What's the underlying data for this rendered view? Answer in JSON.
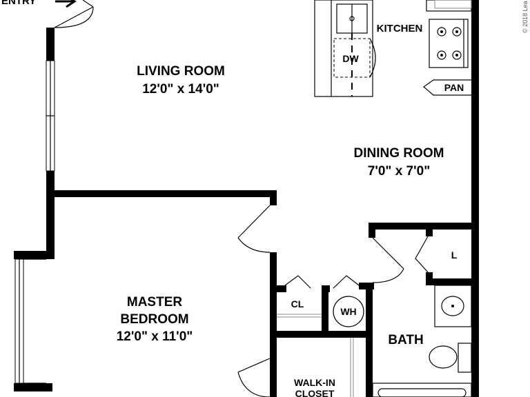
{
  "rooms": {
    "living": {
      "name": "LIVING ROOM",
      "dims": "12'0\" x 14'0\""
    },
    "dining": {
      "name": "DINING ROOM",
      "dims": "7'0\" x 7'0\""
    },
    "kitchen": {
      "name": "KITCHEN"
    },
    "master": {
      "name_line1": "MASTER",
      "name_line2": "BEDROOM",
      "dims": "12'0\" x 11'0\""
    },
    "bath": {
      "name": "BATH"
    },
    "walkin": {
      "name_line1": "WALK-IN",
      "name_line2": "CLOSET"
    }
  },
  "fixtures": {
    "entry": "ENTRY",
    "dishwasher": "DW",
    "pantry": "PAN",
    "closet": "CL",
    "water_heater": "WH",
    "linen": "L"
  },
  "copyright": "© 2018 Lea"
}
